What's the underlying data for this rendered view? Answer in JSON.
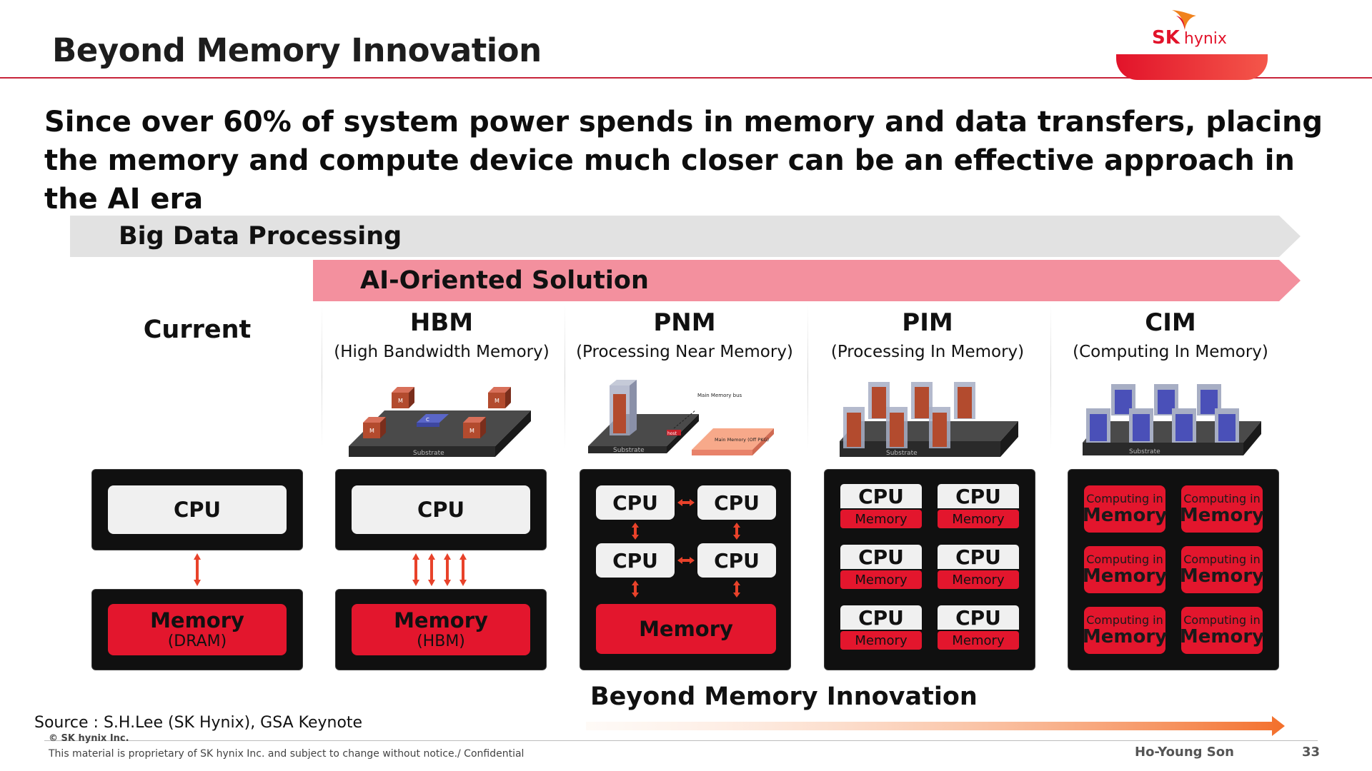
{
  "slide": {
    "title": "Beyond Memory Innovation",
    "headline": "Since over 60% of system power spends in memory and data transfers, placing the memory and compute device much closer can be an effective approach in the AI era"
  },
  "logo": {
    "brand": "SK",
    "sub": "hynix",
    "color": "#e2132a"
  },
  "bands": {
    "big_data": "Big Data Processing",
    "ai_oriented": "AI-Oriented Solution"
  },
  "columns": {
    "current": {
      "title": "Current"
    },
    "hbm": {
      "title": "HBM",
      "subtitle": "(High Bandwidth Memory)"
    },
    "pnm": {
      "title": "PNM",
      "subtitle": "(Processing Near Memory)"
    },
    "pim": {
      "title": "PIM",
      "subtitle": "(Processing In Memory)"
    },
    "cim": {
      "title": "CIM",
      "subtitle": "(Computing In Memory)"
    }
  },
  "package_labels": {
    "substrate": "Substrate",
    "m": "M",
    "c": "C",
    "host": "host",
    "main_memory_bus": "Main Memory bus",
    "main_memory_off_pkg": "Main Memory (Off PKG)"
  },
  "blocks": {
    "cpu_label": "CPU",
    "current_memory": {
      "main": "Memory",
      "sub": "(DRAM)"
    },
    "hbm_memory": {
      "main": "Memory",
      "sub": "(HBM)"
    },
    "pnm_memory": "Memory",
    "pim_memory_tag": "Memory",
    "cim_small": "Computing in",
    "cim_big": "Memory"
  },
  "beyond": {
    "label": "Beyond Memory Innovation"
  },
  "footer": {
    "source": "Source : S.H.Lee (SK Hynix), GSA Keynote",
    "copyright": "© SK hynix Inc.",
    "confidential": "This material is proprietary of SK hynix Inc. and subject to change without notice./ Confidential",
    "author": "Ho-Young Son",
    "page": "33"
  },
  "colors": {
    "accent_red": "#e3162d",
    "pink_band": "#f3909e",
    "grey_band": "#e2e2e2",
    "block_bg": "#101010"
  }
}
